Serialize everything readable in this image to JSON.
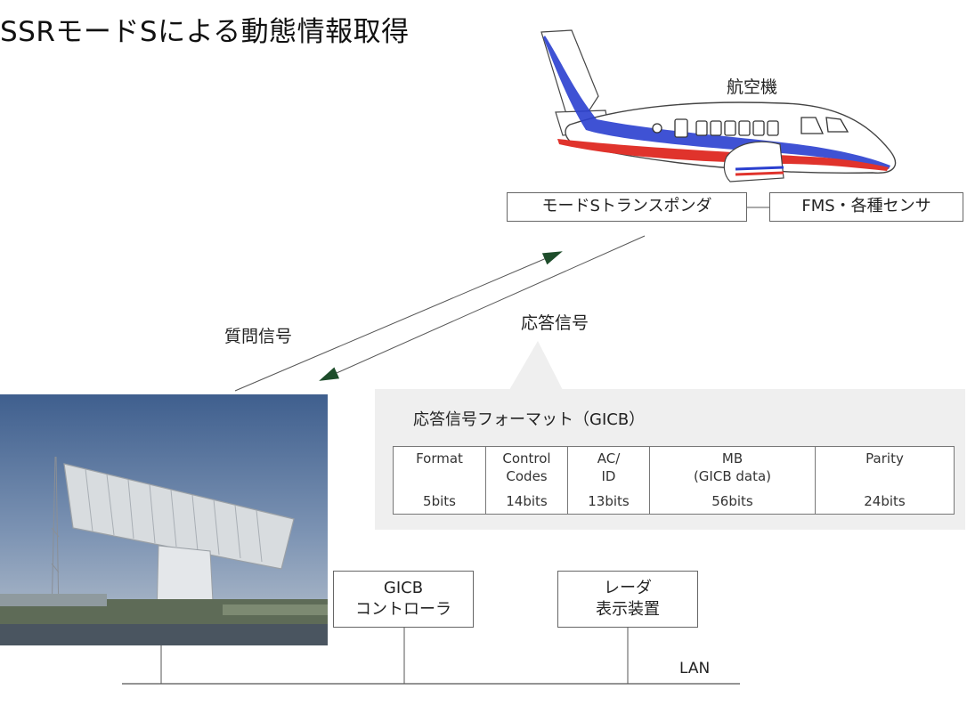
{
  "title": "SSRモードSによる動態情報取得",
  "aircraft_label": "航空機",
  "transponder_label": "モードSトランスポンダ",
  "fms_label": "FMS・各種センサ",
  "interrogation_label": "質問信号",
  "reply_label": "応答信号",
  "reply_format_title": "応答信号フォーマット（GICB）",
  "format_fields": [
    {
      "name": "Format",
      "bits": "5bits"
    },
    {
      "name": "Control\nCodes",
      "bits": "14bits"
    },
    {
      "name": "AC/\nID",
      "bits": "13bits"
    },
    {
      "name": "MB\n(GICB data)",
      "bits": "56bits"
    },
    {
      "name": "Parity",
      "bits": "24bits"
    }
  ],
  "gicb_controller_label": "GICB\nコントローラ",
  "radar_display_label": "レーダ\n表示装置",
  "lan_label": "LAN",
  "colors": {
    "stripe_blue": "#2a3fcf",
    "stripe_red": "#e0332c",
    "arrow": "#1e4d2b",
    "callout": "#efefef"
  }
}
